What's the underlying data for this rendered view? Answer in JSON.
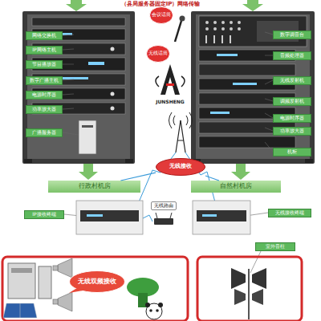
{
  "diagram": {
    "nodes": [
      {
        "text": [
          "网络交换机"
        ]
      },
      {
        "text": [
          "IP网络主机"
        ]
      },
      {
        "text": [
          "节目播放器"
        ]
      },
      {
        "text": [
          "数字广播主机"
        ]
      },
      {
        "text": [
          "电源时序器"
        ]
      },
      {
        "text": [
          "功率放大器"
        ]
      },
      {
        "text": [
          "广播服务器"
        ]
      },
      {
        "text": [
          "会议话筒"
        ]
      },
      {
        "text": [
          "无线话筒"
        ]
      },
      {
        "text": [
          "数字调音台"
        ]
      },
      {
        "text": [
          "音频处理器"
        ]
      },
      {
        "text": [
          "无线发射机"
        ]
      },
      {
        "text": [
          "调频发射机"
        ]
      },
      {
        "text": [
          "电源时序器"
        ]
      },
      {
        "text": [
          "功率放大器"
        ]
      },
      {
        "text": [
          "机柜"
        ]
      },
      {
        "text": [
          "无线接收"
        ]
      },
      {
        "text": [
          "行政村机房"
        ]
      },
      {
        "text": [
          "自然村机房"
        ]
      },
      {
        "text": [
          "IP接收终端"
        ]
      },
      {
        "text": [
          "无线路由"
        ]
      },
      {
        "text": [
          "无线接收终端"
        ]
      },
      {
        "text": [
          "室外音柱"
        ]
      },
      {
        "text": [
          "无线双频接收"
        ]
      }
    ],
    "edges": [
      {
        "from": 16,
        "to": 17,
        "arrow": "none"
      },
      {
        "from": 16,
        "to": 18,
        "arrow": "none"
      }
    ],
    "labels": [
      "（县局服务器固定IP）网络传输",
      "JUNSHENG"
    ]
  }
}
